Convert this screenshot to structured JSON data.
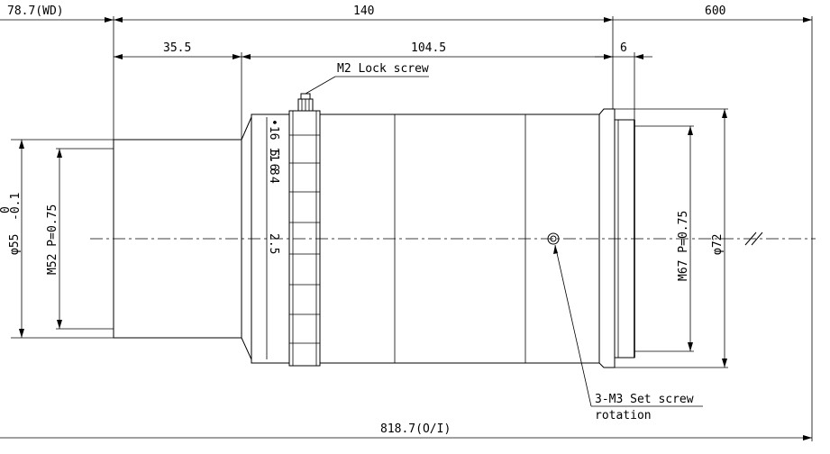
{
  "dimensions": {
    "working_distance": "78.7(WD)",
    "lens_length": "140",
    "far_distance": "600",
    "front_section": "35.5",
    "rear_section": "104.5",
    "mount_depth": "6",
    "total": "818.7(O/I)"
  },
  "diameters": {
    "front_outer": "φ55",
    "front_outer_tol_upper": "0",
    "front_outer_tol_lower": "-0.1",
    "front_thread": "M52 P=0.75",
    "rear_thread": "M67 P=0.75",
    "rear_outer": "φ72"
  },
  "callouts": {
    "lock_screw": "M2 Lock screw",
    "set_screw_line1": "3-M3 Set screw",
    "set_screw_line2": "rotation"
  },
  "aperture_scale": [
    "•16 11 8",
    "5.6",
    "4",
    "2.5"
  ]
}
